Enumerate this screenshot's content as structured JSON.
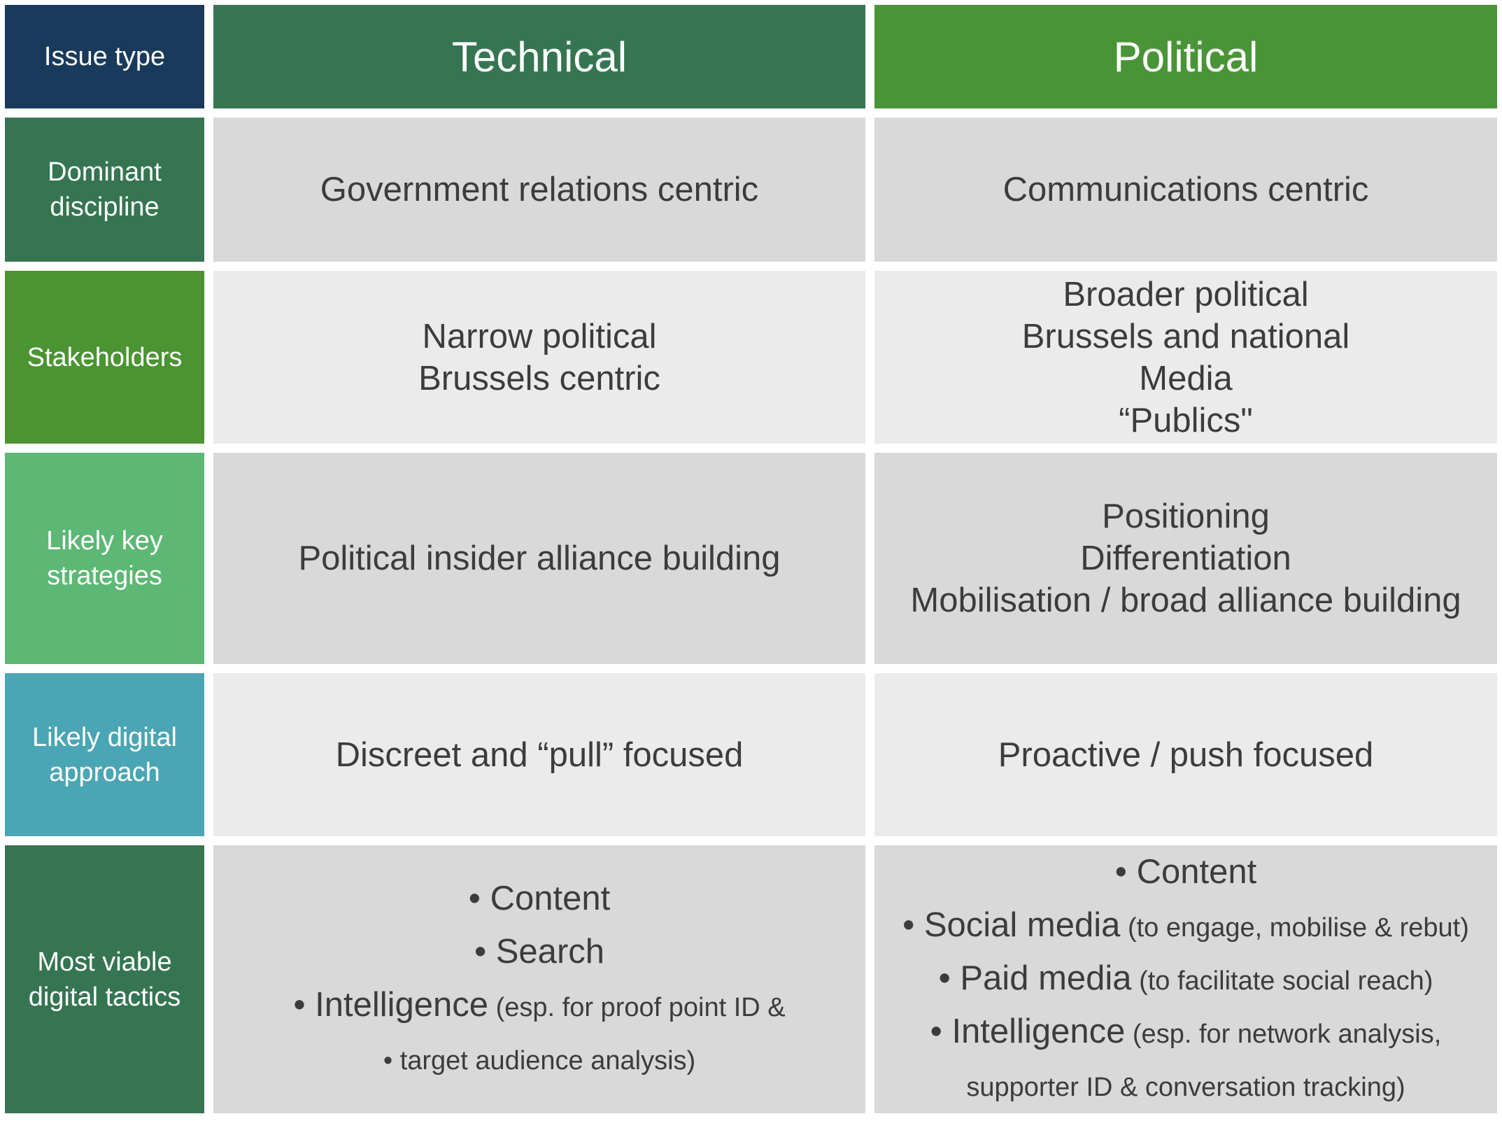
{
  "header": {
    "label": "Issue type",
    "technical": "Technical",
    "political": "Political"
  },
  "rows": [
    {
      "label": "Dominant discipline",
      "technical": [
        "Government relations centric"
      ],
      "political": [
        "Communications centric"
      ],
      "color": "#357552"
    },
    {
      "label": "Stakeholders",
      "technical": [
        "Narrow political",
        "Brussels centric"
      ],
      "political": [
        "Broader political",
        "Brussels and national",
        "Media",
        "“Publics\""
      ],
      "color": "#4a9432"
    },
    {
      "label": "Likely key strategies",
      "technical": [
        "Political insider alliance building"
      ],
      "political": [
        "Positioning",
        "Differentiation",
        "Mobilisation / broad alliance building"
      ],
      "color": "#5cb874"
    },
    {
      "label": "Likely digital approach",
      "technical": [
        "Discreet and “pull” focused"
      ],
      "political": [
        "Proactive / push focused"
      ],
      "color": "#4aa6b4"
    }
  ],
  "tactics": {
    "label": "Most viable digital tactics",
    "technical": [
      {
        "main": "• Content",
        "note": ""
      },
      {
        "main": "• Search",
        "note": ""
      },
      {
        "main": "• Intelligence",
        "note": " (esp. for proof point ID &"
      },
      {
        "main": "",
        "note": "• target audience analysis)"
      }
    ],
    "political": [
      {
        "main": "• Content",
        "note": ""
      },
      {
        "main": "• Social media",
        "note": " (to engage, mobilise & rebut)"
      },
      {
        "main": "• Paid media",
        "note": " (to facilitate social reach)"
      },
      {
        "main": "• Intelligence",
        "note": " (esp. for network analysis,"
      },
      {
        "main": "",
        "note": "supporter ID & conversation tracking)"
      }
    ]
  },
  "colors": {
    "issue_type": "#1a3a5c",
    "technical": "#357552",
    "political": "#4a9438",
    "tactics": "#357552"
  }
}
